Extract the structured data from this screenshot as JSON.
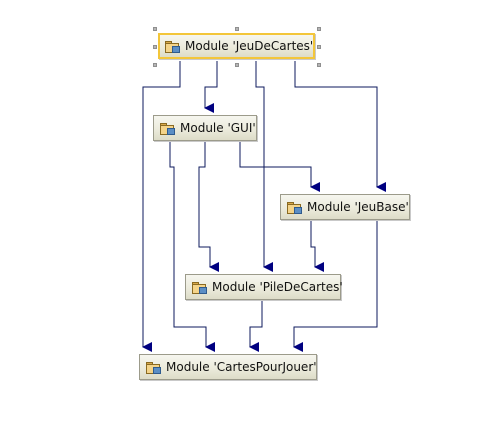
{
  "diagram": {
    "nodes": [
      {
        "id": "jeu",
        "label": "Module 'JeuDeCartes'",
        "selected": true
      },
      {
        "id": "gui",
        "label": "Module 'GUI'"
      },
      {
        "id": "base",
        "label": "Module 'JeuBase'"
      },
      {
        "id": "pile",
        "label": "Module 'PileDeCartes'"
      },
      {
        "id": "cartes",
        "label": "Module 'CartesPourJouer'"
      }
    ],
    "edges": [
      {
        "from": "jeu",
        "to": "cartes"
      },
      {
        "from": "jeu",
        "to": "gui"
      },
      {
        "from": "jeu",
        "to": "pile"
      },
      {
        "from": "jeu",
        "to": "base"
      },
      {
        "from": "gui",
        "to": "cartes"
      },
      {
        "from": "gui",
        "to": "pile"
      },
      {
        "from": "gui",
        "to": "base"
      },
      {
        "from": "base",
        "to": "pile"
      },
      {
        "from": "base",
        "to": "cartes"
      },
      {
        "from": "pile",
        "to": "cartes"
      }
    ],
    "colors": {
      "edge": "#0d1a5c",
      "arrowhead": "#000080",
      "selection_border": "#f3c63a",
      "node_border": "#9c9b8b",
      "icon_folder": "#d9a94a",
      "icon_badge": "#5b8ec5"
    },
    "icon": "module-folder-icon"
  }
}
